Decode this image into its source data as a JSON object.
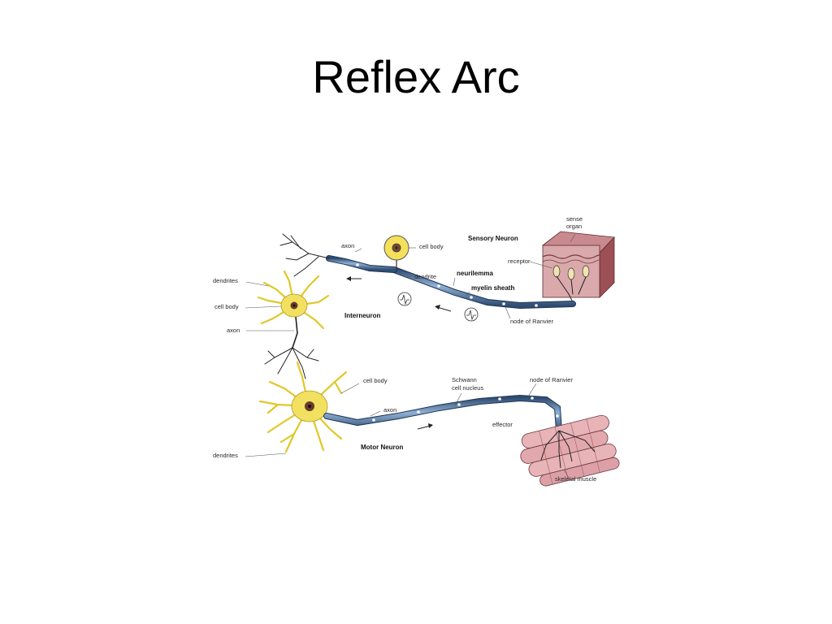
{
  "slide": {
    "title": "Reflex Arc"
  },
  "diagram": {
    "labels": {
      "sense_organ": "sense organ",
      "receptor": "receptor",
      "sensory_neuron": "Sensory Neuron",
      "cell_body_sensory": "cell body",
      "axon_sensory": "axon",
      "dendrite": "dendrite",
      "neurilemma": "neurilemma",
      "myelin_sheath": "myelin sheath",
      "node_of_ranvier_top": "node of Ranvier",
      "dendrites_inter": "dendrites",
      "cell_body_inter": "cell body",
      "axon_inter": "axon",
      "interneuron": "Interneuron",
      "cell_body_motor": "cell body",
      "axon_motor": "axon",
      "schwann_cell_nucleus": "Schwann cell nucleus",
      "node_of_ranvier_bottom": "node of Ranvier",
      "effector": "effector",
      "motor_neuron": "Motor Neuron",
      "dendrites_motor": "dendrites",
      "skeletal_muscle": "skeletal muscle"
    },
    "colors": {
      "myelin": "#5a7fa8",
      "neuron_body": "#f2e060",
      "skin": "#b5666c",
      "muscle": "#e8b4b8"
    }
  }
}
